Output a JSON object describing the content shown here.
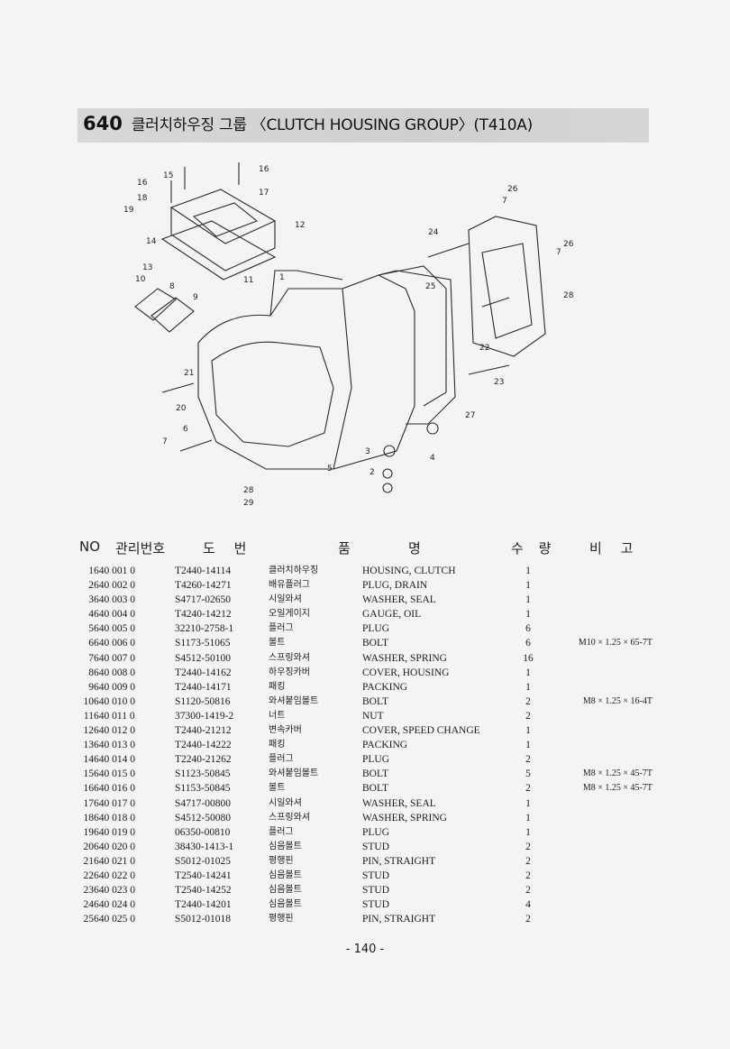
{
  "header": {
    "number": "640",
    "title": "클러치하우징 그룹 〈CLUTCH HOUSING GROUP〉(T410A)"
  },
  "diagram": {
    "callouts": [
      "1",
      "2",
      "3",
      "4",
      "5",
      "6",
      "7",
      "8",
      "9",
      "10",
      "11",
      "12",
      "13",
      "14",
      "15",
      "16",
      "17",
      "18",
      "19",
      "20",
      "21",
      "22",
      "23",
      "24",
      "25",
      "26",
      "27",
      "28",
      "29",
      "7",
      "26",
      "28",
      "7",
      "16"
    ]
  },
  "table": {
    "columns": {
      "no": "NO",
      "mgmt": "관리번호",
      "drawing": "도    번",
      "name_a": "품",
      "name_b": "명",
      "qty": "수 량",
      "remarks": "비  고"
    },
    "rows": [
      {
        "no": "1",
        "mgmt": "640  001  0",
        "drawing": "T2440-14114",
        "kor": "클러치하우징",
        "eng": "HOUSING, CLUTCH",
        "qty": "1",
        "rem": ""
      },
      {
        "no": "2",
        "mgmt": "640  002  0",
        "drawing": "T4260-14271",
        "kor": "배유플러그",
        "eng": "PLUG, DRAIN",
        "qty": "1",
        "rem": ""
      },
      {
        "no": "3",
        "mgmt": "640  003  0",
        "drawing": "S4717-02650",
        "kor": "시일와셔",
        "eng": "WASHER, SEAL",
        "qty": "1",
        "rem": ""
      },
      {
        "no": "4",
        "mgmt": "640  004  0",
        "drawing": "T4240-14212",
        "kor": "오일게이지",
        "eng": "GAUGE, OIL",
        "qty": "1",
        "rem": ""
      },
      {
        "no": "5",
        "mgmt": "640  005  0",
        "drawing": "32210-2758-1",
        "kor": "플러그",
        "eng": "PLUG",
        "qty": "6",
        "rem": ""
      },
      {
        "no": "6",
        "mgmt": "640  006  0",
        "drawing": "S1173-51065",
        "kor": "볼트",
        "eng": "BOLT",
        "qty": "6",
        "rem": "M10 × 1.25 × 65-7T"
      },
      {
        "no": "7",
        "mgmt": "640  007  0",
        "drawing": "S4512-50100",
        "kor": "스프링와셔",
        "eng": "WASHER, SPRING",
        "qty": "16",
        "rem": ""
      },
      {
        "no": "8",
        "mgmt": "640  008  0",
        "drawing": "T2440-14162",
        "kor": "하우징카버",
        "eng": "COVER, HOUSING",
        "qty": "1",
        "rem": ""
      },
      {
        "no": "9",
        "mgmt": "640  009  0",
        "drawing": "T2440-14171",
        "kor": "패킹",
        "eng": "PACKING",
        "qty": "1",
        "rem": ""
      },
      {
        "no": "10",
        "mgmt": "640  010  0",
        "drawing": "S1120-50816",
        "kor": "와셔붙임볼트",
        "eng": "BOLT",
        "qty": "2",
        "rem": "M8 × 1.25 × 16-4T"
      },
      {
        "no": "11",
        "mgmt": "640  011  0",
        "drawing": "37300-1419-2",
        "kor": "너트",
        "eng": "NUT",
        "qty": "2",
        "rem": ""
      },
      {
        "no": "12",
        "mgmt": "640  012  0",
        "drawing": "T2440-21212",
        "kor": "변속카버",
        "eng": "COVER, SPEED CHANGE",
        "qty": "1",
        "rem": ""
      },
      {
        "no": "13",
        "mgmt": "640  013  0",
        "drawing": "T2440-14222",
        "kor": "패킹",
        "eng": "PACKING",
        "qty": "1",
        "rem": ""
      },
      {
        "no": "14",
        "mgmt": "640  014  0",
        "drawing": "T2240-21262",
        "kor": "플러그",
        "eng": "PLUG",
        "qty": "2",
        "rem": ""
      },
      {
        "no": "15",
        "mgmt": "640  015  0",
        "drawing": "S1123-50845",
        "kor": "와셔붙임볼트",
        "eng": "BOLT",
        "qty": "5",
        "rem": "M8 × 1.25 × 45-7T"
      },
      {
        "no": "16",
        "mgmt": "640  016  0",
        "drawing": "S1153-50845",
        "kor": "볼트",
        "eng": "BOLT",
        "qty": "2",
        "rem": "M8 × 1.25 × 45-7T"
      },
      {
        "no": "17",
        "mgmt": "640  017  0",
        "drawing": "S4717-00800",
        "kor": "시일와셔",
        "eng": "WASHER, SEAL",
        "qty": "1",
        "rem": ""
      },
      {
        "no": "18",
        "mgmt": "640  018  0",
        "drawing": "S4512-50080",
        "kor": "스프링와셔",
        "eng": "WASHER, SPRING",
        "qty": "1",
        "rem": ""
      },
      {
        "no": "19",
        "mgmt": "640  019  0",
        "drawing": "06350-00810",
        "kor": "플러그",
        "eng": "PLUG",
        "qty": "1",
        "rem": ""
      },
      {
        "no": "20",
        "mgmt": "640  020  0",
        "drawing": "38430-1413-1",
        "kor": "심음볼트",
        "eng": "STUD",
        "qty": "2",
        "rem": ""
      },
      {
        "no": "21",
        "mgmt": "640  021  0",
        "drawing": "S5012-01025",
        "kor": "평행핀",
        "eng": "PIN, STRAIGHT",
        "qty": "2",
        "rem": ""
      },
      {
        "no": "22",
        "mgmt": "640  022  0",
        "drawing": "T2540-14241",
        "kor": "심음볼트",
        "eng": "STUD",
        "qty": "2",
        "rem": ""
      },
      {
        "no": "23",
        "mgmt": "640  023  0",
        "drawing": "T2540-14252",
        "kor": "심음볼트",
        "eng": "STUD",
        "qty": "2",
        "rem": ""
      },
      {
        "no": "24",
        "mgmt": "640  024  0",
        "drawing": "T2440-14201",
        "kor": "심음볼트",
        "eng": "STUD",
        "qty": "4",
        "rem": ""
      },
      {
        "no": "25",
        "mgmt": "640  025  0",
        "drawing": "S5012-01018",
        "kor": "평행핀",
        "eng": "PIN, STRAIGHT",
        "qty": "2",
        "rem": ""
      }
    ]
  },
  "footer": {
    "page": "- 140 -"
  }
}
